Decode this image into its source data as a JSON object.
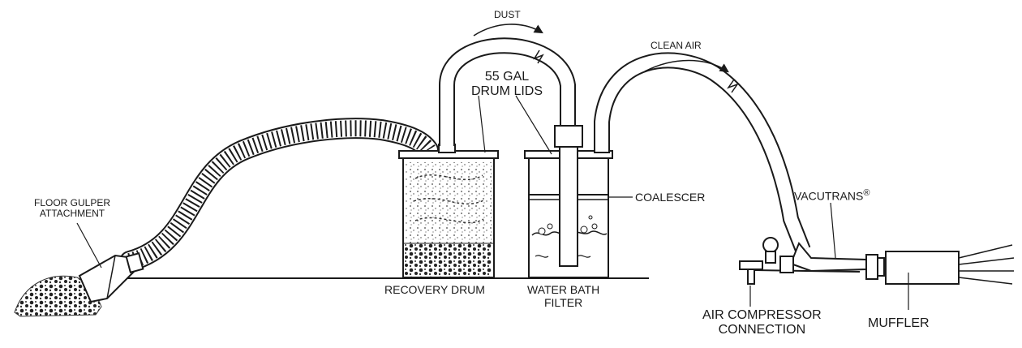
{
  "labels": {
    "dust": "DUST",
    "clean_air": "CLEAN AIR",
    "drum_lids_line1": "55 GAL",
    "drum_lids_line2": "DRUM LIDS",
    "floor_gulper_line1": "FLOOR GULPER",
    "floor_gulper_line2": "ATTACHMENT",
    "coalescer": "COALESCER",
    "vacutrans": "VACUTRANS",
    "registered_mark": "®",
    "recovery_drum": "RECOVERY DRUM",
    "water_bath_line1": "WATER BATH",
    "water_bath_line2": "FILTER",
    "air_compressor_line1": "AIR COMPRESSOR",
    "air_compressor_line2": "CONNECTION",
    "muffler": "MUFFLER"
  }
}
